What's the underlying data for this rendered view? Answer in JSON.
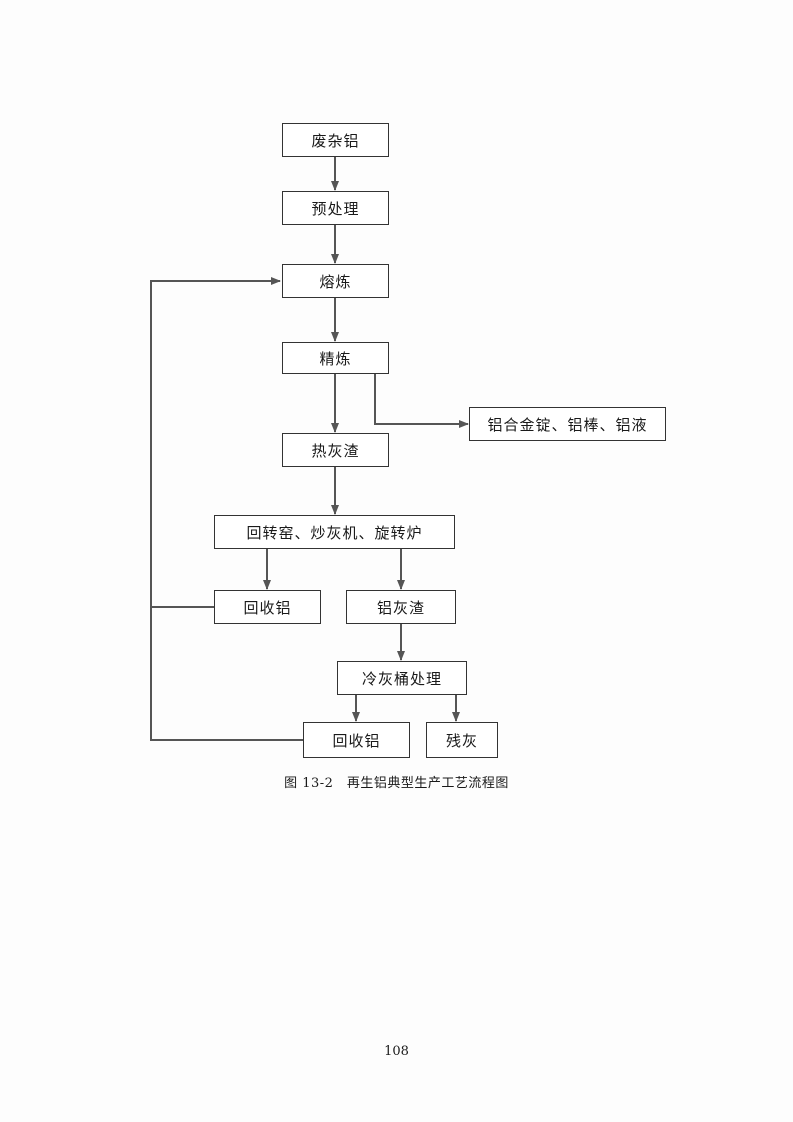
{
  "flowchart": {
    "nodes": {
      "scrap_aluminum": "废杂铝",
      "pretreatment": "预处理",
      "smelting": "熔炼",
      "refining": "精炼",
      "products": "铝合金锭、铝棒、铝液",
      "hot_dross": "热灰渣",
      "dross_equipment": "回转窑、炒灰机、旋转炉",
      "recovered_al_1": "回收铝",
      "aluminum_dross": "铝灰渣",
      "cold_dross_treatment": "冷灰桶处理",
      "recovered_al_2": "回收铝",
      "residual_ash": "残灰"
    }
  },
  "caption": "图 13-2　再生铝典型生产工艺流程图",
  "page_number": "108",
  "colors": {
    "line": "#555555",
    "border": "#333333"
  }
}
